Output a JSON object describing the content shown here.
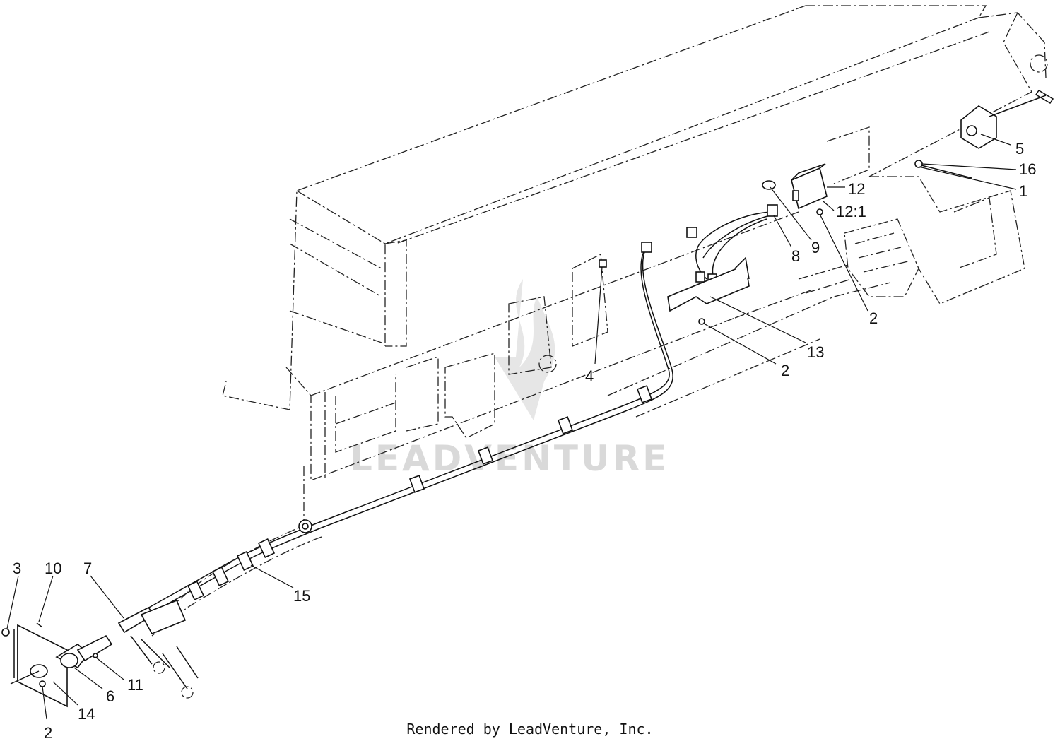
{
  "watermark": {
    "text": "LEADVENTURE",
    "logo_icon": "leadventure-flame-logo-icon",
    "color": "#d9d9d9"
  },
  "callouts": [
    {
      "id": "c5",
      "label": "5"
    },
    {
      "id": "c16",
      "label": "16"
    },
    {
      "id": "c1",
      "label": "1"
    },
    {
      "id": "c12",
      "label": "12"
    },
    {
      "id": "c12-1",
      "label": "12:1"
    },
    {
      "id": "c9",
      "label": "9"
    },
    {
      "id": "c8",
      "label": "8"
    },
    {
      "id": "c2a",
      "label": "2"
    },
    {
      "id": "c13",
      "label": "13"
    },
    {
      "id": "c2b",
      "label": "2"
    },
    {
      "id": "c4",
      "label": "4"
    },
    {
      "id": "c15",
      "label": "15"
    },
    {
      "id": "c3",
      "label": "3"
    },
    {
      "id": "c10",
      "label": "10"
    },
    {
      "id": "c7",
      "label": "7"
    },
    {
      "id": "c11",
      "label": "11"
    },
    {
      "id": "c6",
      "label": "6"
    },
    {
      "id": "c14",
      "label": "14"
    },
    {
      "id": "c2c",
      "label": "2"
    }
  ],
  "footer": {
    "text": "Rendered by LeadVenture, Inc."
  }
}
